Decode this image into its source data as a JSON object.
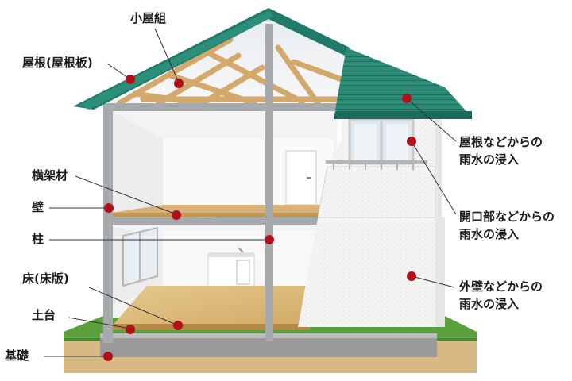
{
  "labels": {
    "koyagumi": "小屋組",
    "yane": "屋根(屋根板)",
    "yokogaza": "横架材",
    "kabe": "壁",
    "hashira": "柱",
    "yuka": "床(床版)",
    "dodai": "土台",
    "kiso": "基礎"
  },
  "callouts": {
    "roof_leak": {
      "line1": "屋根などからの",
      "line2": "雨水の浸入"
    },
    "opening_leak": {
      "line1": "開口部などからの",
      "line2": "雨水の浸入"
    },
    "wall_leak": {
      "line1": "外壁などからの",
      "line2": "雨水の浸入"
    }
  },
  "colors": {
    "roof": "#1f7a6a",
    "marker": "#b0101a",
    "timber": "#d9b27a",
    "ground": "#d8b883",
    "grass": "#5aa03c"
  }
}
